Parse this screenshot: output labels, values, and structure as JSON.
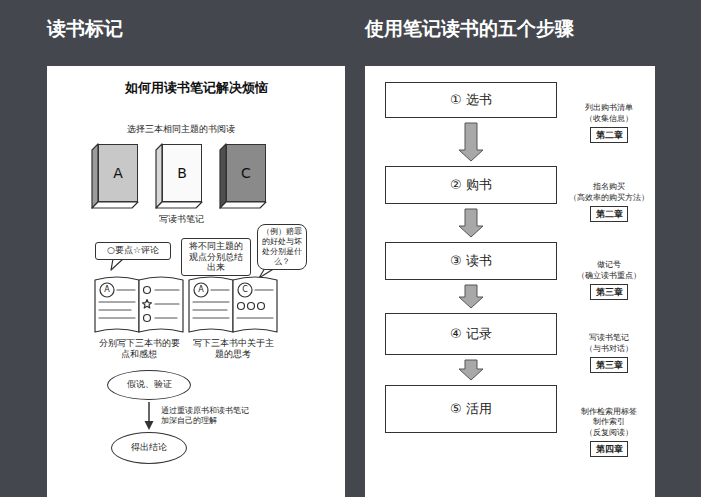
{
  "diagram": {
    "nodes": [
      {
        "text": [
          "读书标记"
        ]
      },
      {
        "text": [
          "A"
        ],
        "in": 0
      },
      {
        "text": [
          "B"
        ],
        "in": 0
      },
      {
        "text": [
          "C"
        ],
        "in": 0
      },
      {
        "text": [
          "○要点☆评论"
        ],
        "in": 0
      },
      {
        "text": [
          "将不同主题的观点分别总结出来"
        ],
        "in": 0
      },
      {
        "text": [
          "（例）赔罪的好处与坏处分别是什么？"
        ],
        "in": 0
      },
      {
        "text": [
          "假说、验证"
        ],
        "in": 0
      },
      {
        "text": [
          "得出结论"
        ],
        "in": 0
      },
      {
        "text": [
          "使用笔记读书的五个步骤"
        ]
      },
      {
        "text": [
          "① 选书"
        ],
        "in": 9
      },
      {
        "text": [
          "列出购书清单 （收集信息）",
          "第二章"
        ],
        "in": 9
      },
      {
        "text": [
          "② 购书"
        ],
        "in": 9
      },
      {
        "text": [
          "指名购买 （高效率的购买方法）",
          "第二章"
        ],
        "in": 9
      },
      {
        "text": [
          "③ 读书"
        ],
        "in": 9
      },
      {
        "text": [
          "做记号 （确立读书重点）",
          "第三章"
        ],
        "in": 9
      },
      {
        "text": [
          "④ 记录"
        ],
        "in": 9
      },
      {
        "text": [
          "写读书笔记 （与书对话）",
          "第三章"
        ],
        "in": 9
      },
      {
        "text": [
          "⑤ 活用"
        ],
        "in": 9
      },
      {
        "text": [
          "制作检索用标签 制作索引 （反复阅读）",
          "第四章"
        ],
        "in": 9
      }
    ],
    "edges": [
      {
        "from": 7,
        "to": 8,
        "arrow": "to",
        "label": "通过重读原书和读书笔记加深自己的理解"
      },
      {
        "from": 10,
        "to": 12,
        "arrow": "to"
      },
      {
        "from": 12,
        "to": 14,
        "arrow": "to"
      },
      {
        "from": 14,
        "to": 16,
        "arrow": "to"
      },
      {
        "from": 16,
        "to": 18,
        "arrow": "to"
      }
    ],
    "labels": [
      "如何用读书笔记解决烦恼",
      "选择三本相同主题的书阅读",
      "写读书笔记",
      "A",
      "A",
      "C",
      "分别写下三本书的要点和感想",
      "写下三本书中关于主题的思考"
    ]
  }
}
